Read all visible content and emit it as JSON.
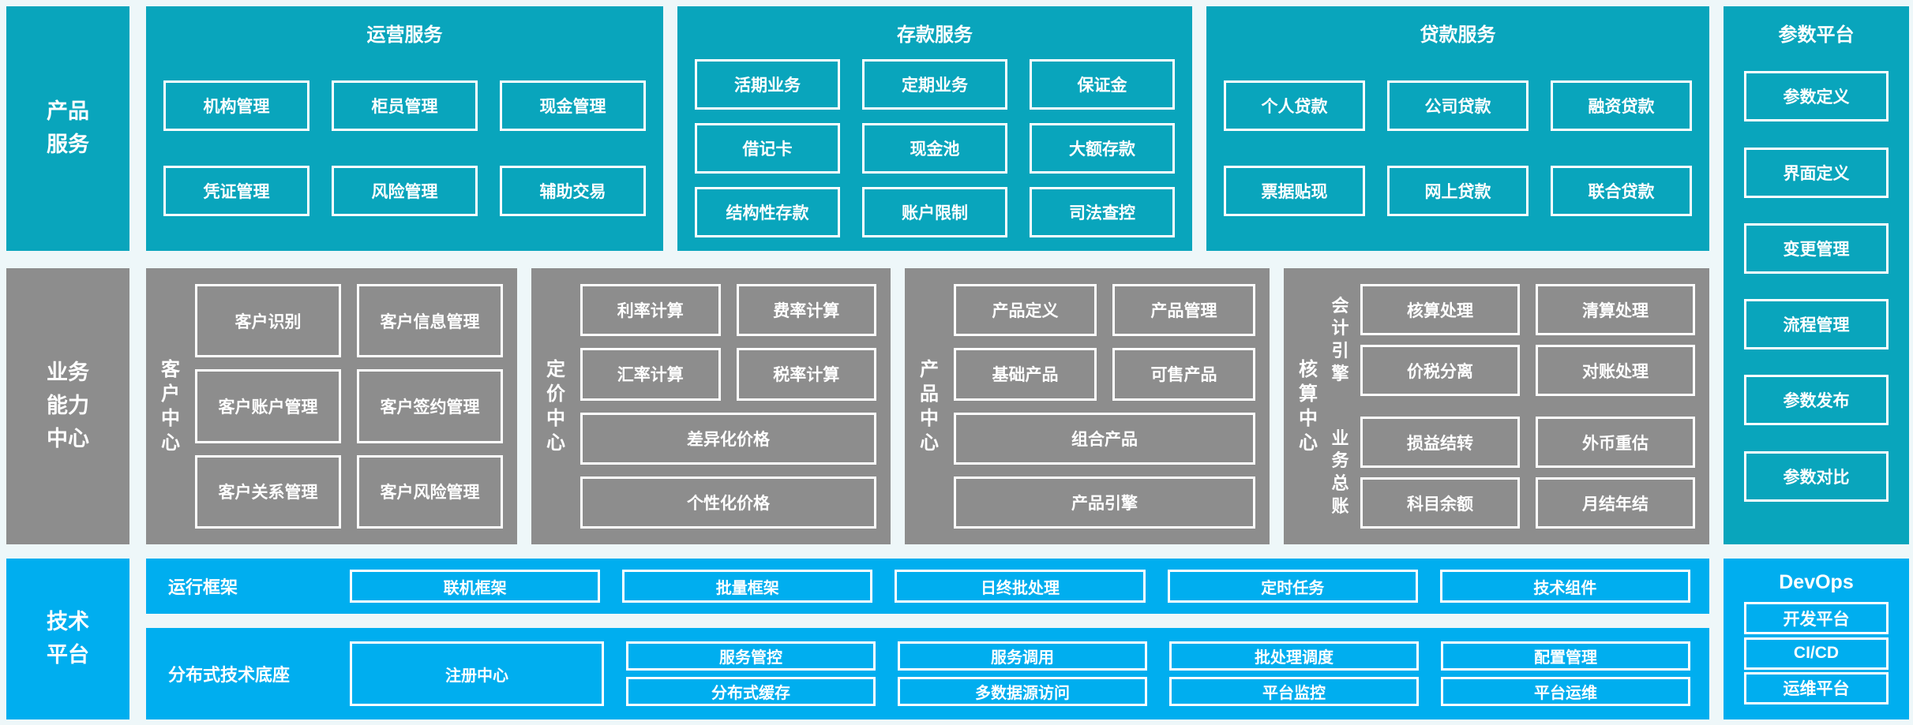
{
  "palette": {
    "teal": "#09a5bc",
    "gray": "#8d8d8d",
    "blue": "#00aeef",
    "background": "#eef7f9",
    "border": "#ffffff",
    "text": "#ffffff"
  },
  "rails": {
    "products": {
      "lines": [
        "产品",
        "服务"
      ]
    },
    "business": {
      "lines": [
        "业务",
        "能力",
        "中心"
      ]
    },
    "tech": {
      "lines": [
        "技术",
        "平台"
      ]
    }
  },
  "top": {
    "operations": {
      "title": "运营服务",
      "cells": [
        "机构管理",
        "柜员管理",
        "现金管理",
        "凭证管理",
        "风险管理",
        "辅助交易"
      ]
    },
    "deposits": {
      "title": "存款服务",
      "cells": [
        "活期业务",
        "定期业务",
        "保证金",
        "借记卡",
        "现金池",
        "大额存款",
        "结构性存款",
        "账户限制",
        "司法查控"
      ]
    },
    "loans": {
      "title": "贷款服务",
      "cells": [
        "个人贷款",
        "公司贷款",
        "融资贷款",
        "票据贴现",
        "网上贷款",
        "联合贷款"
      ]
    },
    "params": {
      "title": "参数平台",
      "cells": [
        "参数定义",
        "界面定义",
        "变更管理",
        "流程管理",
        "参数发布",
        "参数对比"
      ]
    }
  },
  "middle": {
    "customer": {
      "label": "客户中心",
      "cells": [
        "客户识别",
        "客户信息管理",
        "客户账户管理",
        "客户签约管理",
        "客户关系管理",
        "客户风险管理"
      ]
    },
    "pricing": {
      "label": "定价中心",
      "cells": [
        "利率计算",
        "费率计算",
        "汇率计算",
        "税率计算"
      ],
      "wide_cells": [
        "差异化价格",
        "个性化价格"
      ]
    },
    "product": {
      "label": "产品中心",
      "cells": [
        "产品定义",
        "产品管理",
        "基础产品",
        "可售产品"
      ],
      "wide_cells": [
        "组合产品",
        "产品引擎"
      ]
    },
    "accounting": {
      "label": "核算中心",
      "groups": [
        {
          "label": "会计引擎",
          "cells": [
            "核算处理",
            "清算处理",
            "价税分离",
            "对账处理"
          ]
        },
        {
          "label": "业务总账",
          "cells": [
            "损益结转",
            "外币重估",
            "科目余额",
            "月结年结"
          ]
        }
      ]
    }
  },
  "bottom": {
    "runtime": {
      "label": "运行框架",
      "cells": [
        "联机框架",
        "批量框架",
        "日终批处理",
        "定时任务",
        "技术组件"
      ]
    },
    "distributed": {
      "label": "分布式技术底座",
      "registry": "注册中心",
      "columns": [
        [
          "服务管控",
          "分布式缓存"
        ],
        [
          "服务调用",
          "多数据源访问"
        ],
        [
          "批处理调度",
          "平台监控"
        ],
        [
          "配置管理",
          "平台运维"
        ]
      ]
    },
    "devops": {
      "title": "DevOps",
      "cells": [
        "开发平台",
        "CI/CD",
        "运维平台"
      ]
    }
  }
}
